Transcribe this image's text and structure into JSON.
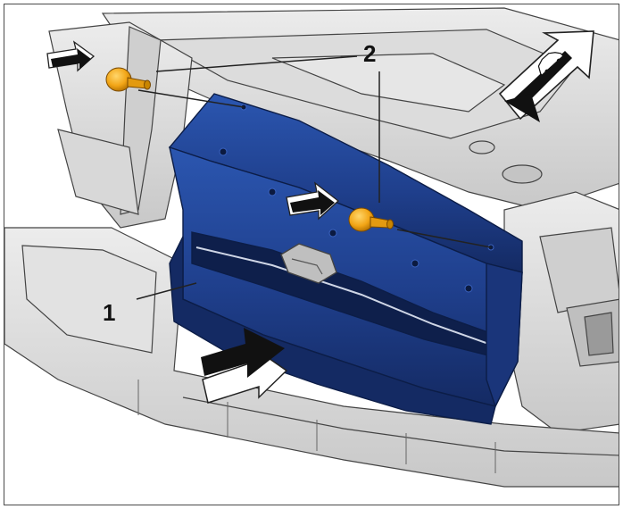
{
  "diagram": {
    "callouts": [
      {
        "id": "1",
        "label": "1",
        "target": "air-duct-panel"
      },
      {
        "id": "2",
        "label": "2",
        "target": "push-rivets"
      }
    ],
    "colors": {
      "panel": "#1f3f8c",
      "panel_dark": "#152c66",
      "rivet": "#f2a516",
      "body_gray": "#d4d4d4",
      "outline": "#333333",
      "arrow": "#111111"
    },
    "icons": [
      "direction-of-travel-icon",
      "push-arrow-icon"
    ]
  }
}
